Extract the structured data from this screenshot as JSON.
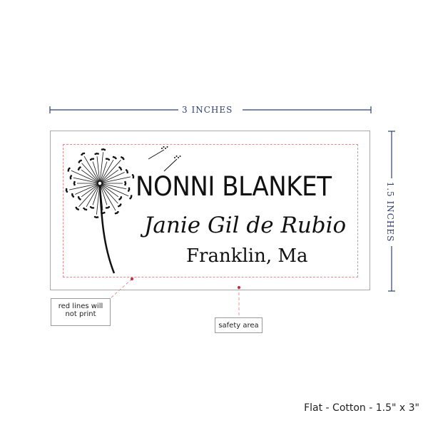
{
  "dimensions": {
    "width_label": "3 INCHES",
    "height_label": "1.5 INCHES"
  },
  "label": {
    "title": "NONNI BLANKET",
    "name": "Janie Gil de Rubio",
    "city": "Franklin, Ma",
    "icon": "dandelion-icon"
  },
  "notes": {
    "red_lines": "red lines will not print",
    "safety_area": "safety area"
  },
  "product": "Flat - Cotton - 1.5\" x 3\"",
  "colors": {
    "dimension": "#2e3f73",
    "safety_line": "#f08a8a",
    "marker": "#d0263a"
  }
}
